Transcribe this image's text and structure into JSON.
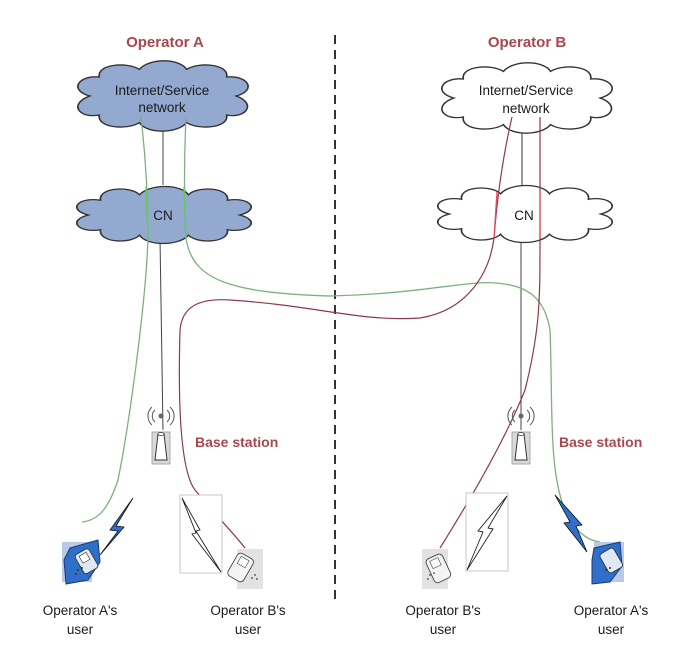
{
  "operators": [
    {
      "id": "A",
      "title": "Operator A",
      "internet_cloud": {
        "line1": "Internet/Service",
        "line2": "network",
        "fill": "#94a9cf"
      },
      "core_cloud": {
        "label": "CN",
        "fill": "#94a9cf"
      },
      "base_station_label": "Base station",
      "user_left": {
        "line1": "Operator A's",
        "line2": "user"
      },
      "user_right": {
        "line1": "Operator B's",
        "line2": "user"
      }
    },
    {
      "id": "B",
      "title": "Operator B",
      "internet_cloud": {
        "line1": "Internet/Service",
        "line2": "network",
        "fill": "#ffffff"
      },
      "core_cloud": {
        "label": "CN",
        "fill": "#ffffff"
      },
      "base_station_label": "Base station",
      "user_left": {
        "line1": "Operator B's",
        "line2": "user"
      },
      "user_right": {
        "line1": "Operator A's",
        "line2": "user"
      }
    }
  ],
  "colors": {
    "title": "#a8474f",
    "operator_a_link": "#7fb07f",
    "operator_b_link": "#8b3a4a",
    "operator_a_phone": "#2f6fc9",
    "divider": "#333333"
  }
}
